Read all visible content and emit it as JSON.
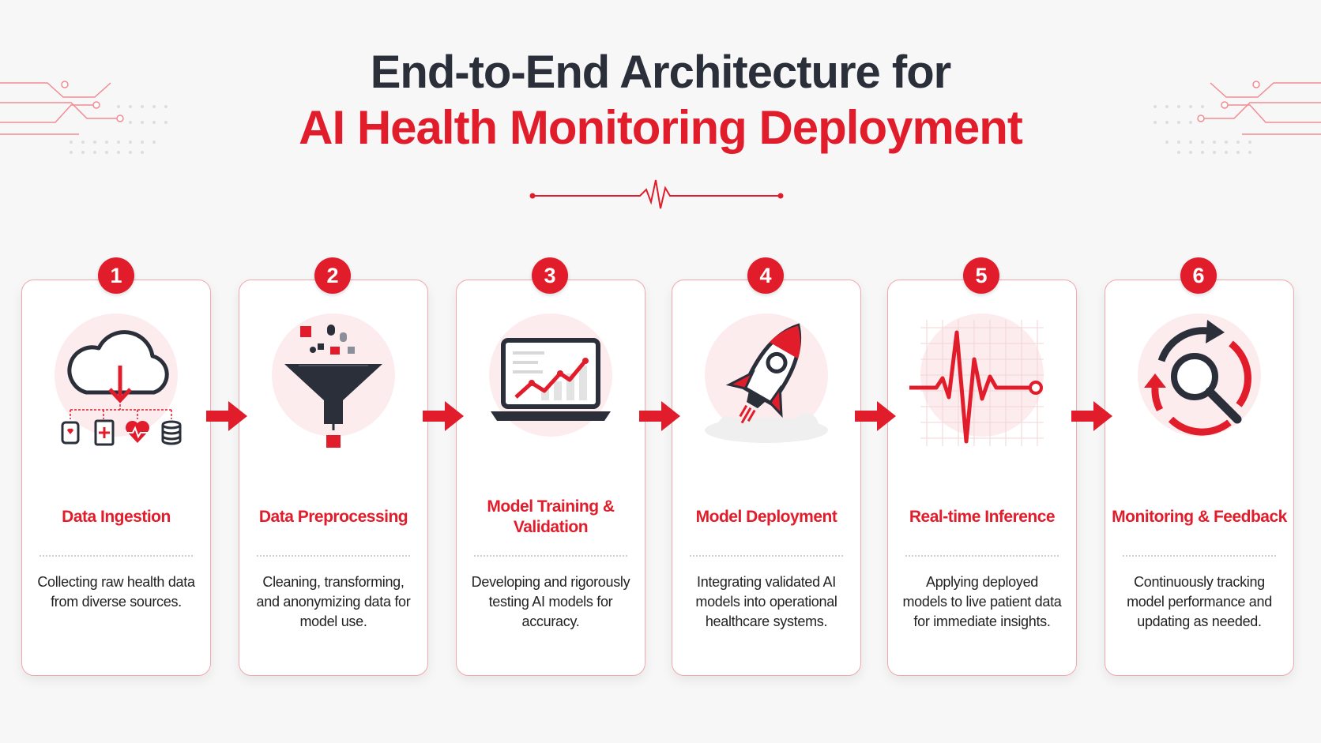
{
  "title": {
    "line1": "End-to-End Architecture for",
    "line2": "AI Health Monitoring Deployment"
  },
  "colors": {
    "accent": "#e21d2b",
    "dark": "#2a2f3a",
    "card_border": "#f0a8ae",
    "background": "#f7f7f8"
  },
  "steps": [
    {
      "number": "1",
      "title": "Data Ingestion",
      "description": "Collecting raw health data from diverse sources.",
      "icon": "cloud-download-icon"
    },
    {
      "number": "2",
      "title": "Data Preprocessing",
      "description": "Cleaning, transforming, and anonymizing data for model use.",
      "icon": "funnel-icon"
    },
    {
      "number": "3",
      "title": "Model Training & Validation",
      "description": "Developing and rigorously testing AI models for accuracy.",
      "icon": "laptop-chart-icon"
    },
    {
      "number": "4",
      "title": "Model Deployment",
      "description": "Integrating validated AI models into operational healthcare systems.",
      "icon": "rocket-icon"
    },
    {
      "number": "5",
      "title": "Real-time Inference",
      "description": "Applying deployed models to live patient data for immediate insights.",
      "icon": "heartbeat-icon"
    },
    {
      "number": "6",
      "title": "Monitoring & Feedback",
      "description": "Continuously tracking model performance and updating as needed.",
      "icon": "cycle-magnifier-icon"
    }
  ]
}
